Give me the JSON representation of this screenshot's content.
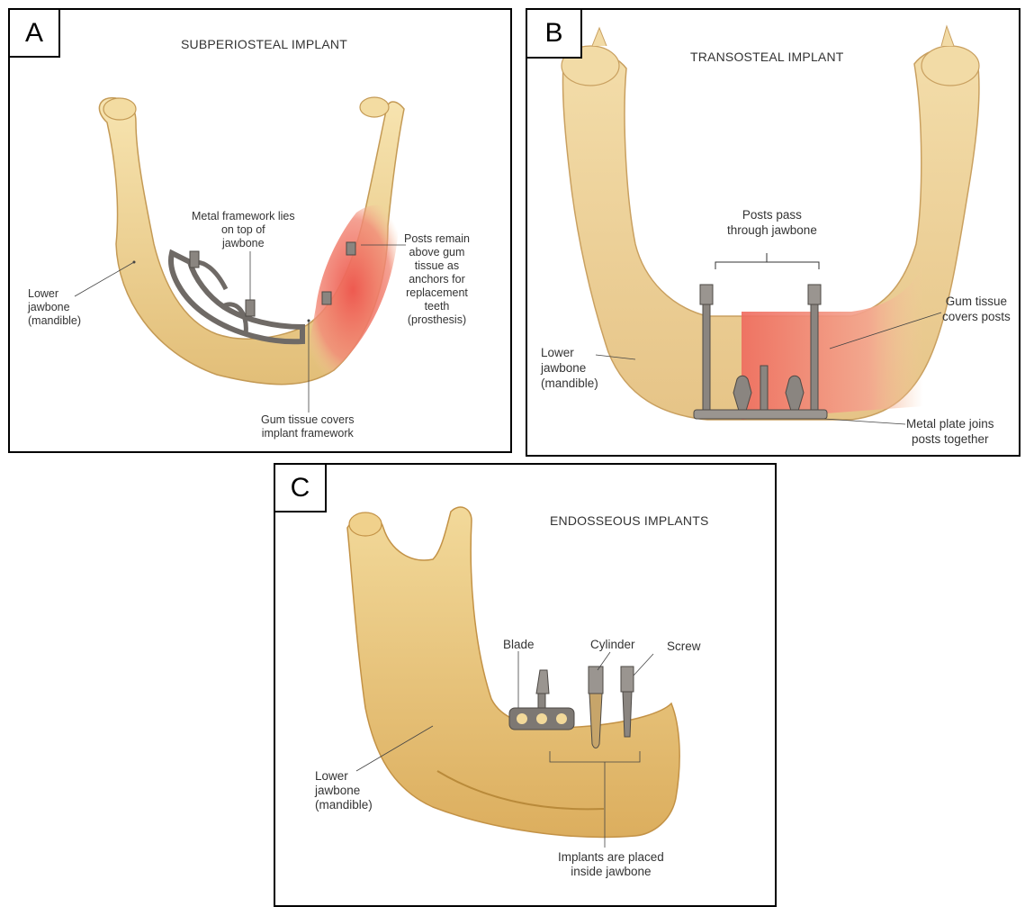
{
  "panels": {
    "a": {
      "letter": "A",
      "title": "SUBPERIOSTEAL IMPLANT",
      "labels": {
        "framework_l1": "Metal framework lies",
        "framework_l2": "on top of",
        "framework_l3": "jawbone",
        "posts_l1": "Posts remain",
        "posts_l2": "above gum",
        "posts_l3": "tissue as",
        "posts_l4": "anchors for",
        "posts_l5": "replacement",
        "posts_l6": "teeth",
        "posts_l7": "(prosthesis)",
        "jaw_l1": "Lower",
        "jaw_l2": "jawbone",
        "jaw_l3": "(mandible)",
        "gum_l1": "Gum tissue covers",
        "gum_l2": "implant framework"
      }
    },
    "b": {
      "letter": "B",
      "title": "TRANSOSTEAL IMPLANT",
      "labels": {
        "posts_l1": "Posts pass",
        "posts_l2": "through jawbone",
        "gum_l1": "Gum tissue",
        "gum_l2": "covers posts",
        "jaw_l1": "Lower",
        "jaw_l2": "jawbone",
        "jaw_l3": "(mandible)",
        "plate_l1": "Metal plate joins",
        "plate_l2": "posts together"
      }
    },
    "c": {
      "letter": "C",
      "title": "ENDOSSEOUS IMPLANTS",
      "labels": {
        "blade": "Blade",
        "cylinder": "Cylinder",
        "screw": "Screw",
        "jaw_l1": "Lower",
        "jaw_l2": "jawbone",
        "jaw_l3": "(mandible)",
        "inside_l1": "Implants are placed",
        "inside_l2": "inside jawbone"
      }
    }
  },
  "colors": {
    "bone": "#f0d79a",
    "bone_shadow": "#d9b56a",
    "gum": "#ef6a5e",
    "metal": "#8a8580"
  }
}
